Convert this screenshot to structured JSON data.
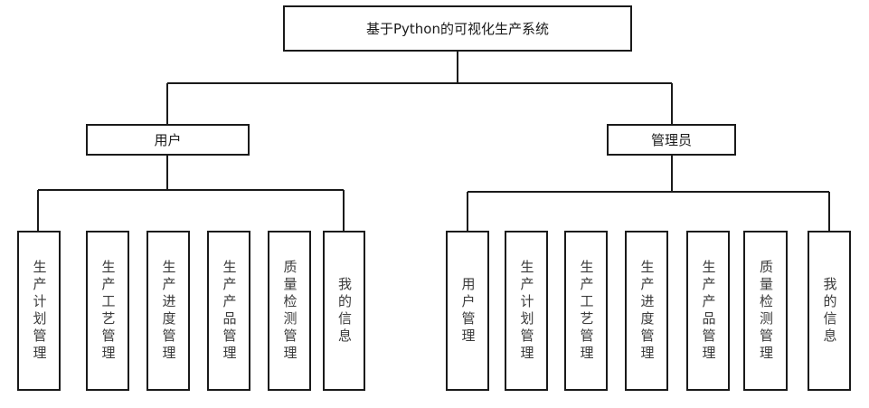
{
  "title": "基于Python的可视化生产系统",
  "branches": [
    {
      "label": "用户",
      "children": [
        "生产计划管理",
        "生产工艺管理",
        "生产进度管理",
        "生产产品管理",
        "质量检测管理",
        "我的信息"
      ]
    },
    {
      "label": "管理员",
      "children": [
        "用户管理",
        "生产计划管理",
        "生产工艺管理",
        "生产进度管理",
        "生产产品管理",
        "质量检测管理",
        "我的信息"
      ]
    }
  ]
}
